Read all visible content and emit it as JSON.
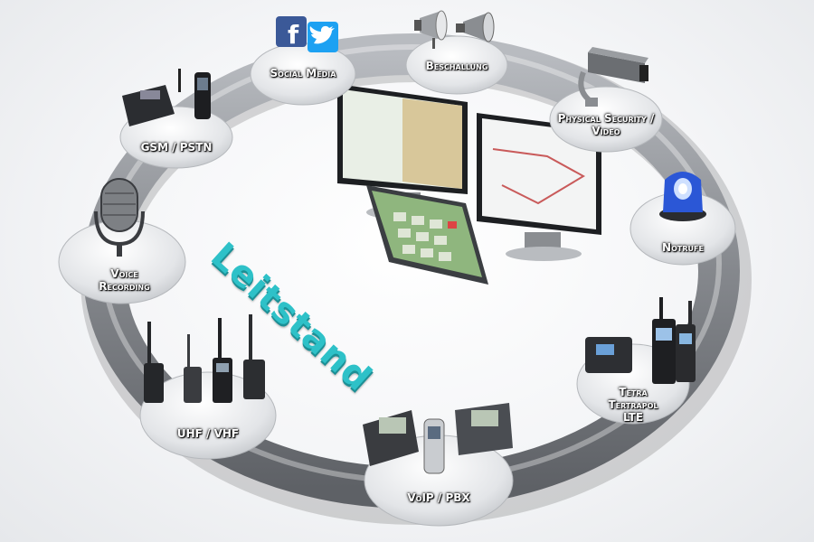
{
  "center": {
    "title": "Leitstand"
  },
  "nodes": [
    {
      "id": "social-media",
      "label": "Social Media",
      "icon": "social-media-icon"
    },
    {
      "id": "beschallung",
      "label": "Beschallung",
      "icon": "megaphone-icon"
    },
    {
      "id": "physical-security",
      "label": "Physical Security /\nVideo",
      "icon": "security-camera-icon"
    },
    {
      "id": "notrufe",
      "label": "Notrufe",
      "icon": "emergency-light-icon"
    },
    {
      "id": "tetra",
      "label": "Tetra\nTertrapol\nLTE",
      "icon": "tetra-radio-icon"
    },
    {
      "id": "voip",
      "label": "VoIP / PBX",
      "icon": "ip-phone-icon"
    },
    {
      "id": "uhf-vhf",
      "label": "UHF / VHF",
      "icon": "walkie-talkie-icon"
    },
    {
      "id": "voice-recording",
      "label": "Voice\nRecording",
      "icon": "microphone-icon"
    },
    {
      "id": "gsm-pstn",
      "label": "GSM / PSTN",
      "icon": "desk-phone-icon"
    }
  ],
  "colors": {
    "accent": "#2ec1c8",
    "ring": "#8c8f94",
    "disc": "#dfe1e4"
  }
}
